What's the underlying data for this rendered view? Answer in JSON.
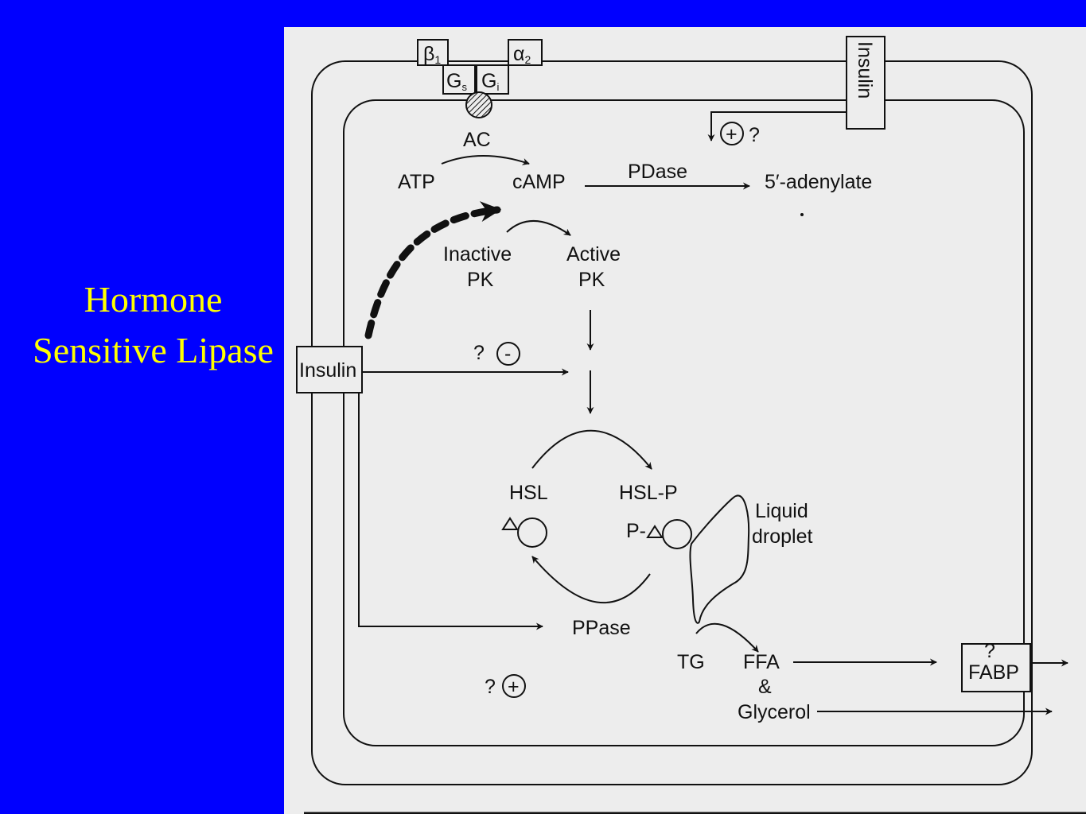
{
  "slide": {
    "title_line1": "Hormone",
    "title_line2": "Sensitive Lipase",
    "title_color": "#ffff00",
    "background_color": "#0000ff"
  },
  "diagram": {
    "receptor_beta": "β",
    "receptor_beta_sub": "1",
    "receptor_alpha": "α",
    "receptor_alpha_sub": "2",
    "gs_label": "G",
    "gs_sub": "s",
    "gi_label": "G",
    "gi_sub": "i",
    "insulin_receptor": "Insulin",
    "insulin_stimulation_question": "?",
    "ac": "AC",
    "atp": "ATP",
    "camp": "cAMP",
    "pdase": "PDase",
    "adenylate": "5′-adenylate",
    "inactive_pk_line1": "Inactive",
    "inactive_pk_line2": "PK",
    "active_pk_line1": "Active",
    "active_pk_line2": "PK",
    "insulin_box": "Insulin",
    "inhibition_question": "?",
    "hsl": "HSL",
    "hsl_p": "HSL-P",
    "p_prefix": "P-",
    "droplet_line1": "Liquid",
    "droplet_line2": "droplet",
    "ppase": "PPase",
    "tg": "TG",
    "ffa": "FFA",
    "ampersand": "&",
    "glycerol": "Glycerol",
    "fabp_question": "?",
    "fabp": "FABP",
    "stimulation_question": "?",
    "plus_sign": "+",
    "minus_sign": "-"
  }
}
